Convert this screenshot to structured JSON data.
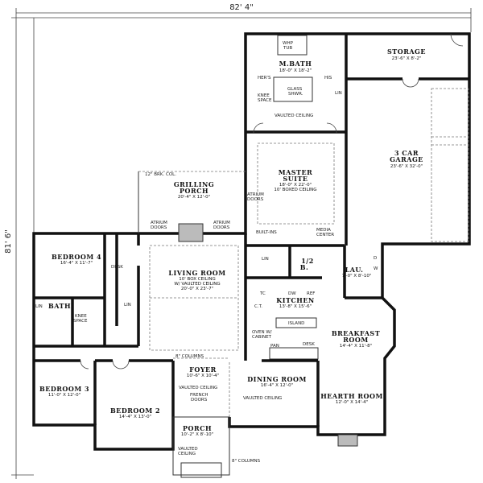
{
  "dimensions": {
    "width": "82' 4\"",
    "depth": "81' 6\""
  },
  "rooms": {
    "storage": {
      "name": "STORAGE",
      "size": "23'-6\" X 8'-2\""
    },
    "garage": {
      "name1": "3 CAR",
      "name2": "GARAGE",
      "size": "23'-6\" X 32'-0\""
    },
    "mbath": {
      "name": "M.BATH",
      "size": "18'-0\" X 18'-2\""
    },
    "master": {
      "name1": "MASTER",
      "name2": "SUITE",
      "size": "18'-0\" X 22'-0\"",
      "ceiling": "10' BOXED CEILING"
    },
    "grilling": {
      "name1": "GRILLING",
      "name2": "PORCH",
      "size": "20'-4\" X 12'-0\""
    },
    "bedroom4": {
      "name": "BEDROOM 4",
      "size": "16'-4\" X 11'-7\""
    },
    "living": {
      "name": "LIVING ROOM",
      "ceiling1": "10' BOX CEILING",
      "ceiling2": "W/ VAULTED CEILING",
      "size": "20'-0\" X 23'-7\""
    },
    "bath": {
      "name": "BATH"
    },
    "halfbath": {
      "name1": "1/2",
      "name2": "B."
    },
    "kitchen": {
      "name": "KITCHEN",
      "size": "13'-8\" X 15'-6\""
    },
    "laundry": {
      "name": "LAU.",
      "size": "7'-0\" X 8'-10\""
    },
    "breakfast": {
      "name1": "BREAKFAST",
      "name2": "ROOM",
      "size": "14'-4\" X 11'-8\""
    },
    "hearth": {
      "name": "HEARTH ROOM",
      "size": "12'-0\" X 14'-4\""
    },
    "dining": {
      "name": "DINING ROOM",
      "size": "16'-4\" X 12'-0\""
    },
    "foyer": {
      "name": "FOYER",
      "size": "10'-6\" X 10'-4\""
    },
    "porch": {
      "name": "PORCH",
      "size": "10'-2\" X 8'-10\""
    },
    "bedroom3": {
      "name": "BEDROOM 3",
      "size": "11'-0\" X 12'-0\""
    },
    "bedroom2": {
      "name": "BEDROOM 2",
      "size": "14'-4\" X 13'-0\""
    }
  },
  "labels": {
    "whp_tub1": "WHP",
    "whp_tub2": "TUB",
    "hers": "HER'S",
    "his": "HIS",
    "lin": "LIN",
    "knee_space1": "KNEE",
    "knee_space2": "SPACE",
    "glass_shwr1": "GLASS",
    "glass_shwr2": "SHWR.",
    "vaulted_ceiling": "VAULTED CEILING",
    "atrium": "ATRIUM",
    "doors": "DOORS",
    "brk_col": "12\" BRK. COL.",
    "built_ins": "BUILT-INS",
    "media1": "MEDIA",
    "media2": "CENTER",
    "desk": "DESK",
    "tc": "TC",
    "ct": "C.T.",
    "dw": "DW",
    "ref": "REF",
    "island": "ISLAND",
    "oven1": "OVEN W/",
    "oven2": "CABINET",
    "pan": "PAN",
    "columns": "8\" COLUMNS",
    "french1": "FRENCH",
    "french2": "DOORS",
    "vaulted": "VAULTED",
    "ceiling": "CEILING",
    "d": "D",
    "w": "W"
  }
}
